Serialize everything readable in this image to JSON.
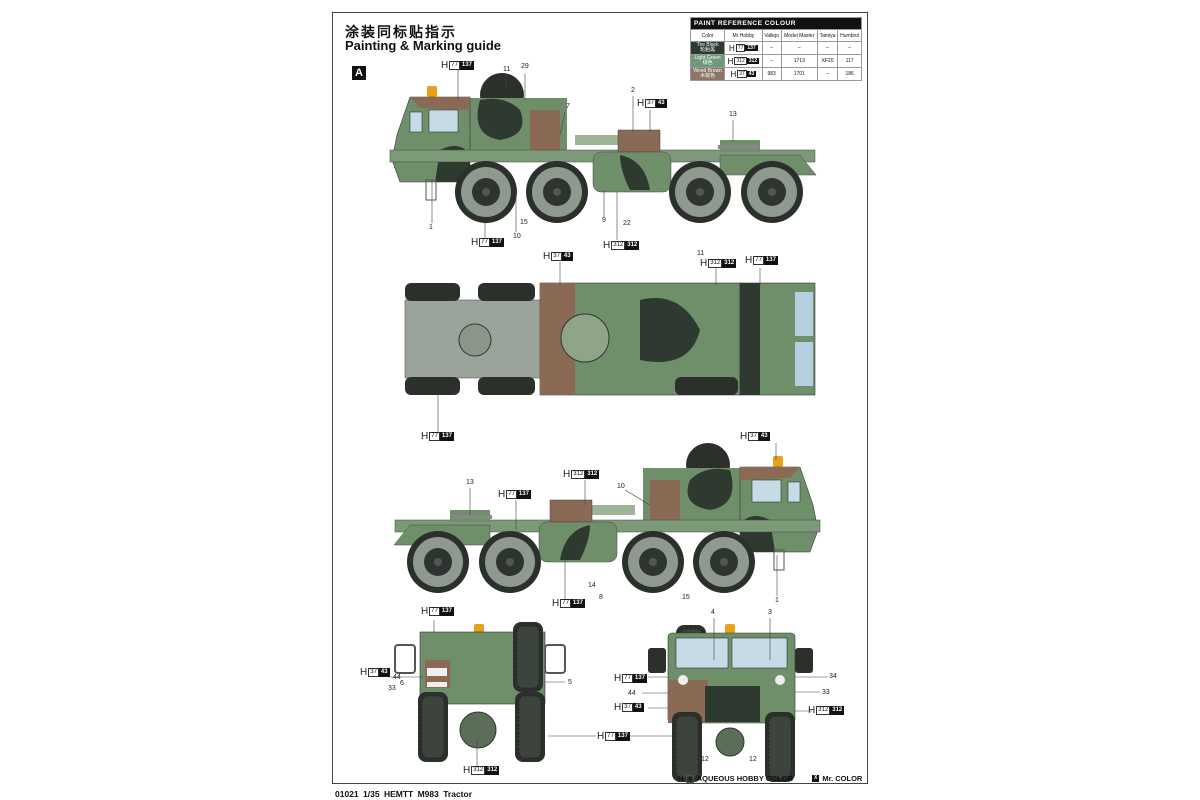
{
  "header": {
    "title_cn": "涂装同标贴指示",
    "title_en": "Painting & Marking guide",
    "scheme": "A"
  },
  "paint_table": {
    "title": "PAINT  REFERENCE COLOUR",
    "columns": [
      "Color",
      "Mr Hobby",
      "Vallejo",
      "Model Master",
      "Tamiya",
      "Humbrol"
    ],
    "rows": [
      {
        "name": "Tire Black",
        "name_cn": "轮胎黑",
        "swatch": "#2c3a33",
        "h": "77",
        "mr": "137",
        "vallejo": "–",
        "model_master": "–",
        "tamiya": "–",
        "humbrol": "–"
      },
      {
        "name": "Light Green",
        "name_cn": "绿色",
        "swatch": "#6e9a7a",
        "h": "312",
        "mr": "312",
        "vallejo": "–",
        "model_master": "1713",
        "tamiya": "XF20",
        "humbrol": "117"
      },
      {
        "name": "Wood Brown",
        "name_cn": "木棕色",
        "swatch": "#8c7466",
        "h": "37",
        "mr": "43",
        "vallejo": "983",
        "model_master": "1701",
        "tamiya": "–",
        "humbrol": "186"
      }
    ]
  },
  "paint": {
    "black": {
      "prefix": "H",
      "h": "77",
      "mr": "137"
    },
    "green": {
      "prefix": "H",
      "h": "312",
      "mr": "312"
    },
    "brown": {
      "prefix": "H",
      "h": "37",
      "mr": "43"
    }
  },
  "views": {
    "side_left": {
      "parts": [
        "11",
        "29",
        "7",
        "2",
        "13",
        "1",
        "15",
        "10",
        "9",
        "22"
      ]
    },
    "top": {
      "parts": [
        "11"
      ]
    },
    "side_right": {
      "parts": [
        "13",
        "10",
        "14",
        "8",
        "15",
        "1"
      ]
    },
    "rear": {
      "parts": [
        "44",
        "6",
        "33",
        "5"
      ]
    },
    "front": {
      "parts": [
        "4",
        "3",
        "34",
        "44",
        "33",
        "12",
        "12"
      ]
    }
  },
  "legend": {
    "h_box": "X",
    "h_label": "AQUEOUS HOBBY COLOR",
    "mr_box": "X",
    "mr_label": "Mr. COLOR"
  },
  "footer": {
    "code": "01021",
    "scale": "1/35",
    "name": "HEMTT M983 Tractor"
  },
  "colors": {
    "green": "#6f8f6b",
    "dark": "#2e3a30",
    "brown": "#8a6a55",
    "light": "#9db497",
    "tire": "#8f998f",
    "glass": "#c6dbe6",
    "beacon": "#e8a21a"
  }
}
